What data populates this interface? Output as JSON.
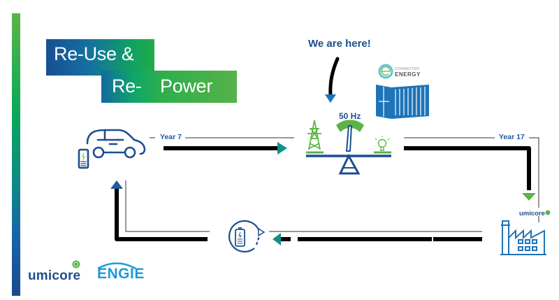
{
  "title": {
    "line1": "Re-Use &",
    "line2_part1": "Re-",
    "line2_part2": "Power"
  },
  "callout": {
    "text": "We are here!"
  },
  "grid_balance": {
    "frequency_label": "50 Hz"
  },
  "timeline": {
    "stage1_label": "Year 7",
    "stage2_label": "Year 17"
  },
  "logos": {
    "connected_energy_top": "CONNECTED",
    "connected_energy_bottom": "ENERGY",
    "umicore_factory": "umicore",
    "umicore_bottom": "umicore",
    "engie": "ENGIE"
  },
  "colors": {
    "navy": "#1c4f8c",
    "green": "#5cb447",
    "teal": "#12908a",
    "blue": "#1e74b8",
    "black_arrow": "#000000"
  },
  "nodes": [
    {
      "id": "electric-vehicle",
      "icon": "car-with-battery-icon"
    },
    {
      "id": "grid-balancing",
      "icon": "grid-balance-scale-icon"
    },
    {
      "id": "connected-energy-storage",
      "icon": "container-storage-icon"
    },
    {
      "id": "umicore-recycling",
      "icon": "factory-icon"
    },
    {
      "id": "battery-recycling-loop",
      "icon": "battery-recycle-icon"
    }
  ]
}
